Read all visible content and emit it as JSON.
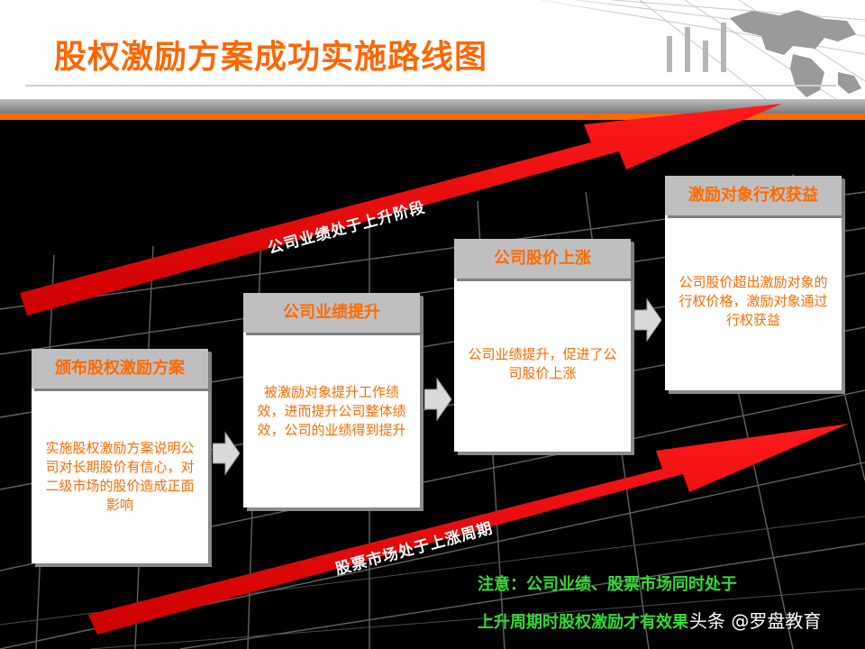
{
  "title": "股权激励方案成功实施路线图",
  "arrows": {
    "upper": "公司业绩处于上升阶段",
    "lower": "股票市场处于上涨周期"
  },
  "steps": [
    {
      "title": "颁布股权激励方案",
      "body": "实施股权激励方案说明公司对长期股价有信心，对二级市场的股价造成正面影响"
    },
    {
      "title": "公司业绩提升",
      "body": "被激励对象提升工作绩效，进而提升公司整体绩效，公司的业绩得到提升"
    },
    {
      "title": "公司股价上涨",
      "body": "公司业绩提升，促进了公司股价上涨"
    },
    {
      "title": "激励对象行权获益",
      "body": "公司股价超出激励对象的行权价格，激励对象通过行权获益"
    }
  ],
  "note": {
    "line1": "注意：公司业绩、股票市场同时处于",
    "line2": "上升周期时股权激励才有效果"
  },
  "watermark": "头条 @罗盘教育",
  "colors": {
    "accent_orange": "#ff6600",
    "arrow_red": "#ff0000",
    "note_green": "#33dd33",
    "card_header_gray": "#bfbfbf",
    "background": "#000000"
  }
}
